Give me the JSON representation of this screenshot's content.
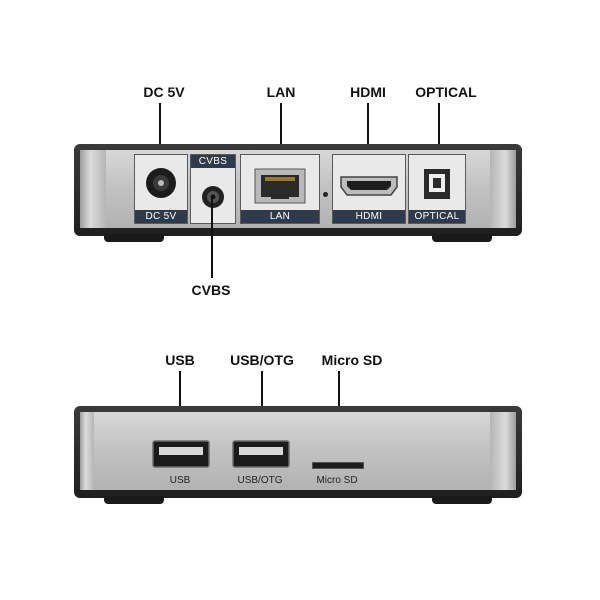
{
  "top_callouts": {
    "dc": "DC 5V",
    "lan": "LAN",
    "hdmi": "HDMI",
    "optical": "OPTICAL",
    "cvbs": "CVBS"
  },
  "top_tags": {
    "dc": "DC 5V",
    "cvbs": "CVBS",
    "lan": "LAN",
    "hdmi": "HDMI",
    "optical": "OPTICAL"
  },
  "bottom_callouts": {
    "usb": "USB",
    "usb_otg": "USB/OTG",
    "micro_sd": "Micro SD"
  },
  "bottom_tags": {
    "usb": "USB",
    "usb_otg": "USB/OTG",
    "micro_sd": "Micro SD"
  }
}
